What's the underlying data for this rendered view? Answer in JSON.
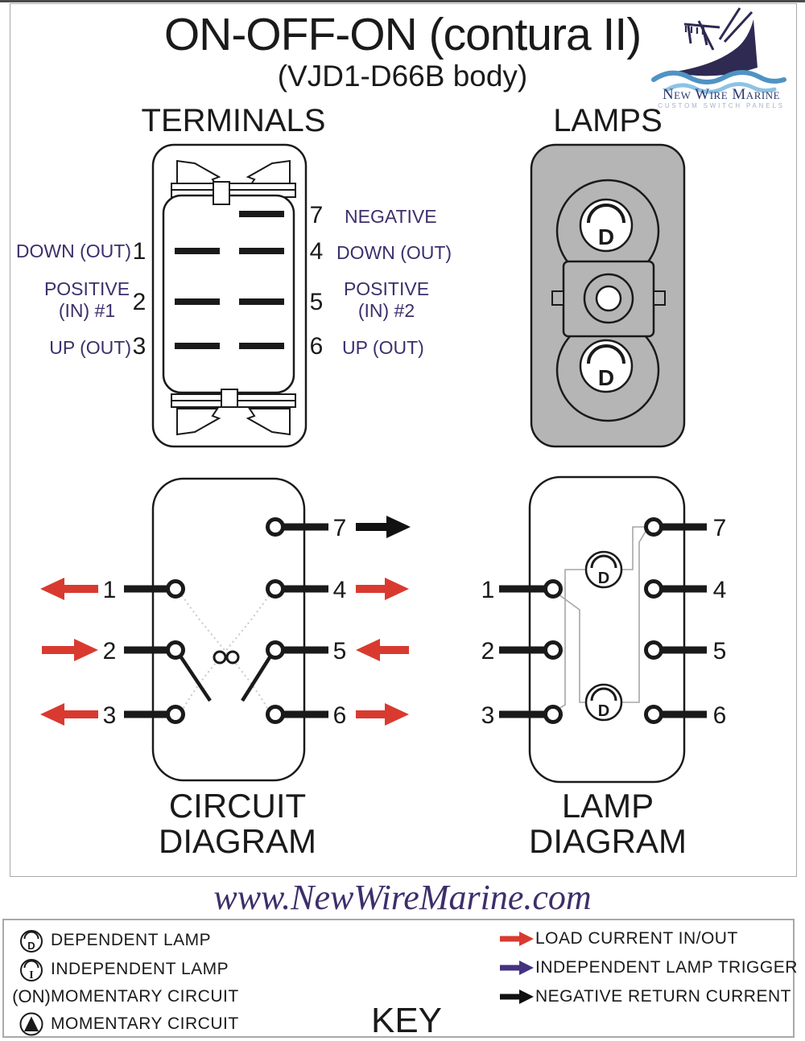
{
  "title": "ON-OFF-ON (contura II)",
  "subtitle": "(VJD1-D66B body)",
  "logo": {
    "brand": "New Wire Marine",
    "tagline": "CUSTOM SWITCH PANELS"
  },
  "website": "www.NewWireMarine.com",
  "headings": {
    "terminals": "TERMINALS",
    "lamps": "LAMPS"
  },
  "captions": {
    "circuit_line1": "CIRCUIT",
    "circuit_line2": "DIAGRAM",
    "lamp_line1": "LAMP",
    "lamp_line2": "DIAGRAM"
  },
  "terminal_numbers": {
    "n1": "1",
    "n2": "2",
    "n3": "3",
    "n4": "4",
    "n5": "5",
    "n6": "6",
    "n7": "7"
  },
  "terminal_labels": {
    "t1": "DOWN (OUT)",
    "t2_line1": "POSITIVE",
    "t2_line2": "(IN) #1",
    "t3": "UP (OUT)",
    "t7": "NEGATIVE",
    "t4": "DOWN (OUT)",
    "t5_line1": "POSITIVE",
    "t5_line2": "(IN) #2",
    "t6": "UP (OUT)"
  },
  "lamp_letter": "D",
  "key": {
    "heading": "KEY",
    "left_items": [
      {
        "icon": "dependent-lamp-icon",
        "symbol": "D",
        "label": "DEPENDENT LAMP"
      },
      {
        "icon": "independent-lamp-icon",
        "symbol": "I",
        "label": "INDEPENDENT LAMP"
      },
      {
        "icon": "on-text",
        "symbol": "(ON)",
        "label": "MOMENTARY CIRCUIT"
      },
      {
        "icon": "momentary-triangle-icon",
        "symbol": "▲",
        "label": "MOMENTARY CIRCUIT"
      }
    ],
    "right_items": [
      {
        "icon": "red-arrow",
        "label": "LOAD CURRENT IN/OUT"
      },
      {
        "icon": "purple-arrow",
        "label": "INDEPENDENT LAMP TRIGGER"
      },
      {
        "icon": "black-arrow",
        "label": "NEGATIVE RETURN CURRENT"
      }
    ]
  },
  "colors": {
    "label_purple": "#3d2f6b",
    "arrow_red": "#d93a30",
    "arrow_purple": "#453180",
    "arrow_black": "#111111",
    "panel_gray": "#b5b5b5"
  }
}
